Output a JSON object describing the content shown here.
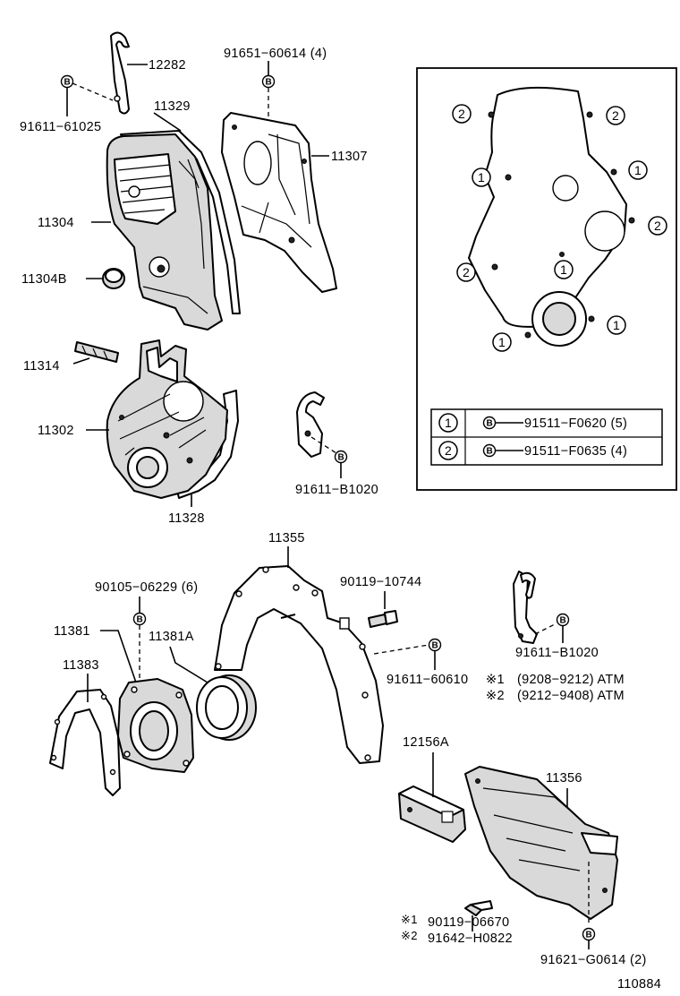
{
  "parts": {
    "p12282": "12282",
    "p91611_61025": "91611−61025",
    "p11329": "11329",
    "p11304": "11304",
    "p11304B": "11304B",
    "p91651_60614": "91651−60614 (4)",
    "p11307": "11307",
    "p11314": "11314",
    "p11302": "11302",
    "p11328": "11328",
    "p91611_B1020_a": "91611−B1020",
    "p11355": "11355",
    "p90105_06229": "90105−06229 (6)",
    "p90119_10744": "90119−10744",
    "p11381": "11381",
    "p11381A": "11381A",
    "p11383": "11383",
    "p91611_60610": "91611−60610",
    "p91611_B1020_b": "91611−B1020",
    "p12156A": "12156A",
    "p11356": "11356",
    "p90119_06670": "90119−06670",
    "p91642_H0822": "91642−H0822",
    "p91621_G0614": "91621−G0614 (2)",
    "diagram_id": "110884"
  },
  "notes": {
    "note1_mark": "※1",
    "note1_text": "(9208−9212) ATM",
    "note2_mark": "※2",
    "note2_text": "(9212−9408) ATM",
    "mark1": "※1",
    "mark2": "※2"
  },
  "inset": {
    "callout_1": "1",
    "callout_2": "2",
    "bolt_symbol": "B",
    "legend": [
      {
        "key": "1",
        "part": "91511−F0620 (5)"
      },
      {
        "key": "2",
        "part": "91511−F0635 (4)"
      }
    ]
  }
}
